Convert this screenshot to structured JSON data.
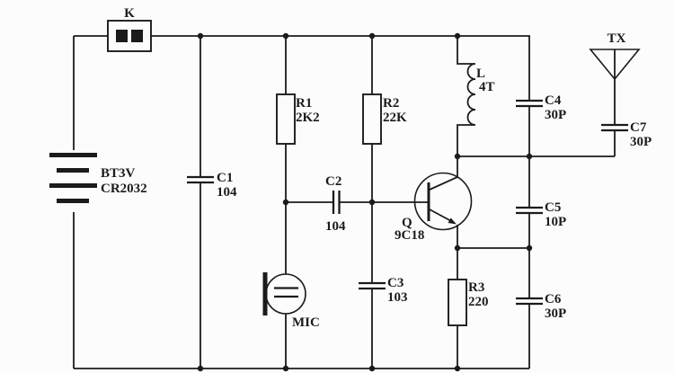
{
  "diagram": {
    "type": "circuit-schematic",
    "colors": {
      "line": "#1b1b1b",
      "background": "#fcfcfc"
    },
    "components": {
      "switch_k": {
        "ref": "K"
      },
      "battery": {
        "ref": "BT3V",
        "value": "CR2032"
      },
      "c1": {
        "ref": "C1",
        "value": "104"
      },
      "r1": {
        "ref": "R1",
        "value": "2K2"
      },
      "r2": {
        "ref": "R2",
        "value": "22K"
      },
      "c2": {
        "ref": "C2",
        "value": "104"
      },
      "mic": {
        "ref": "MIC"
      },
      "c3": {
        "ref": "C3",
        "value": "103"
      },
      "transistor": {
        "ref": "Q",
        "value": "9C18"
      },
      "inductor": {
        "ref": "L",
        "value": "4T"
      },
      "r3": {
        "ref": "R3",
        "value": "220"
      },
      "c4": {
        "ref": "C4",
        "value": "30P"
      },
      "c5": {
        "ref": "C5",
        "value": "10P"
      },
      "c6": {
        "ref": "C6",
        "value": "30P"
      },
      "c7": {
        "ref": "C7",
        "value": "30P"
      },
      "antenna": {
        "ref": "TX"
      }
    }
  }
}
